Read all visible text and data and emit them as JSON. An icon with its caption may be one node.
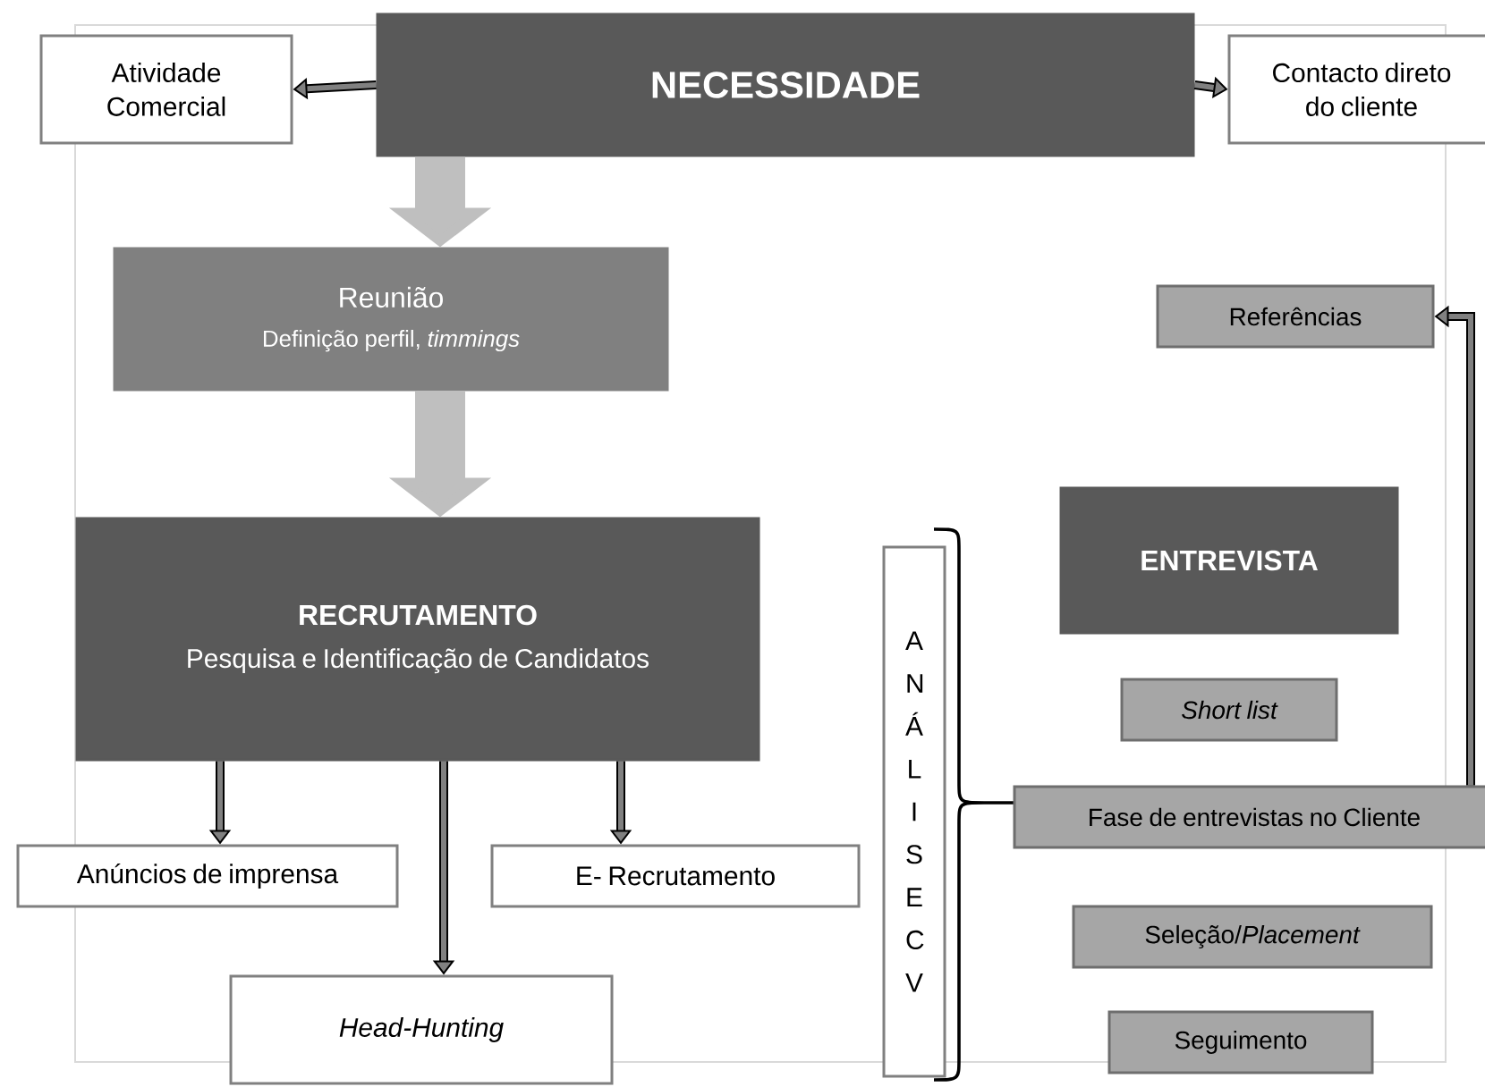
{
  "diagram": {
    "nodes": [
      {
        "text": [
          "NECESSIDADE"
        ]
      },
      {
        "text": [
          "Atividade Comercial"
        ]
      },
      {
        "text": [
          "Contacto direto do cliente"
        ]
      },
      {
        "text": [
          "Reunião",
          "Definição perfil, *timmings*"
        ]
      },
      {
        "text": [
          "RECRUTAMENTO",
          "Pesquisa e Identificação de Candidatos"
        ]
      },
      {
        "text": [
          "Anúncios de imprensa"
        ]
      },
      {
        "text": [
          "E- Recrutamento"
        ]
      },
      {
        "text": [
          "Head-Hunting"
        ]
      },
      {
        "text": [
          "A N Á L I S E C V"
        ]
      },
      {
        "text": [
          "ENTREVISTA"
        ]
      },
      {
        "text": [
          "Referências"
        ]
      },
      {
        "text": [
          "Short list"
        ]
      },
      {
        "text": [
          "Fase de entrevistas no Cliente"
        ]
      },
      {
        "text": [
          "Seleção/*Placement*"
        ]
      },
      {
        "text": [
          "Seguimento"
        ]
      }
    ],
    "edges": [
      {
        "from": 0,
        "to": 1,
        "arrow": "to"
      },
      {
        "from": 0,
        "to": 2,
        "arrow": "to"
      },
      {
        "from": 0,
        "to": 3,
        "arrow": "to",
        "style": "thick",
        "color": "#bfbfbf"
      },
      {
        "from": 3,
        "to": 4,
        "arrow": "to",
        "style": "thick",
        "color": "#bfbfbf"
      },
      {
        "from": 4,
        "to": 5,
        "arrow": "to"
      },
      {
        "from": 4,
        "to": 7,
        "arrow": "to"
      },
      {
        "from": 4,
        "to": 6,
        "arrow": "to"
      },
      {
        "from": 12,
        "to": 10,
        "arrow": "to"
      }
    ]
  }
}
